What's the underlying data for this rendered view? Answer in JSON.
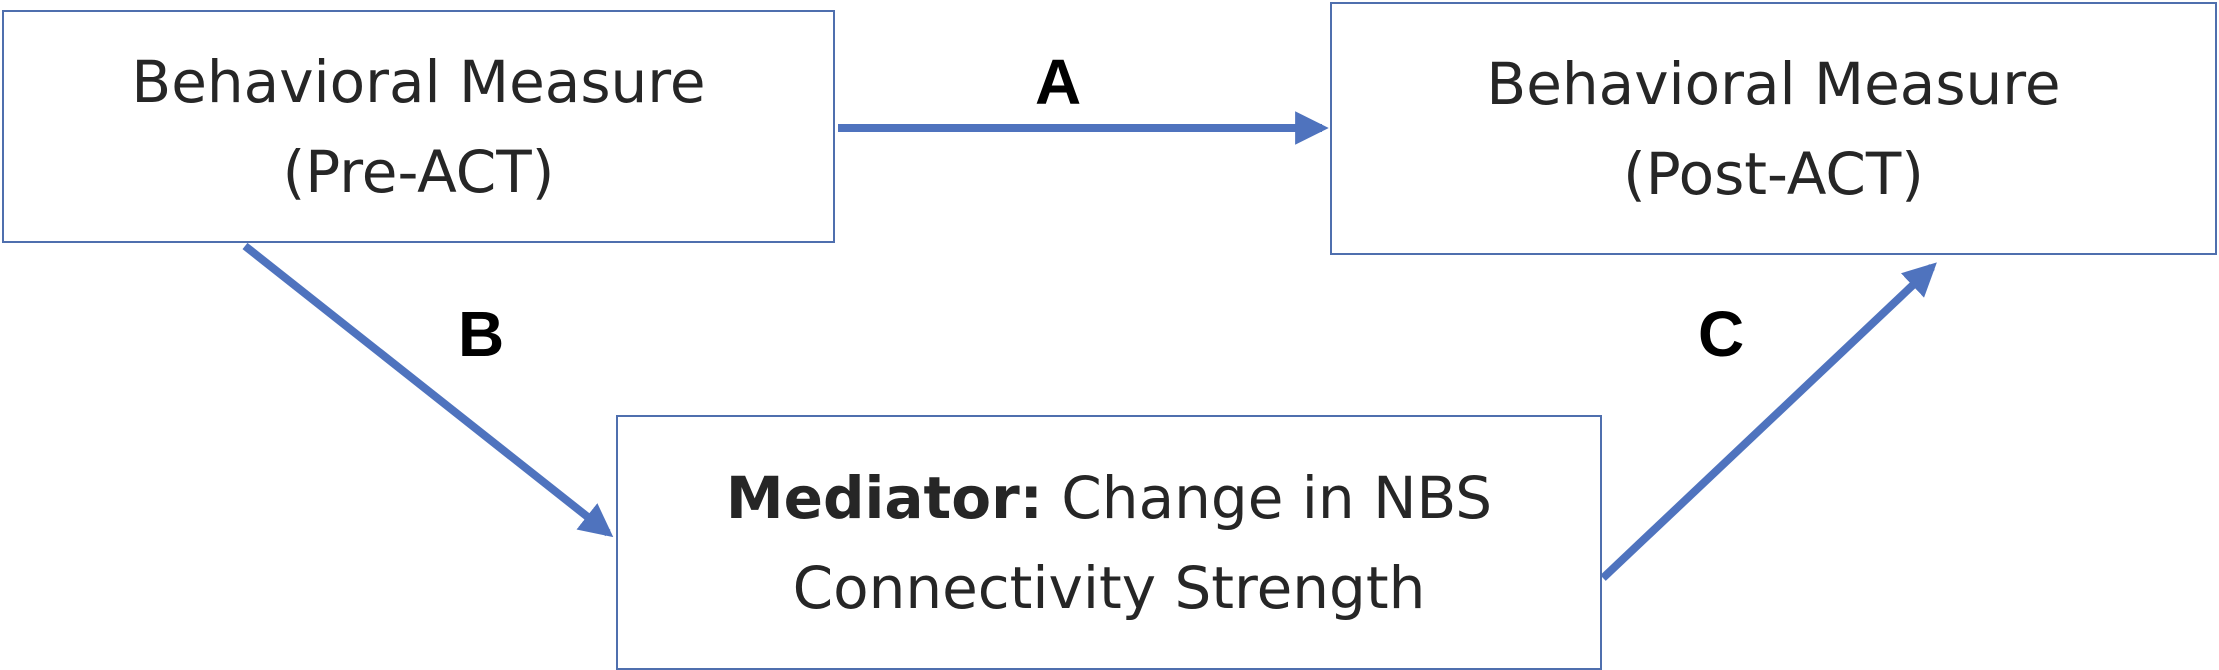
{
  "nodes": {
    "pre": {
      "line1": "Behavioral Measure",
      "line2": "(Pre-ACT)"
    },
    "post": {
      "line1": "Behavioral Measure",
      "line2": "(Post-ACT)"
    },
    "mediator": {
      "bold_label": "Mediator:",
      "line1_rest": " Change in NBS",
      "line2": "Connectivity Strength"
    }
  },
  "paths": {
    "a": "A",
    "b": "B",
    "c": "C"
  },
  "colors": {
    "arrow": "#4f73be",
    "box_border": "#4f6fae",
    "text": "#262626"
  }
}
